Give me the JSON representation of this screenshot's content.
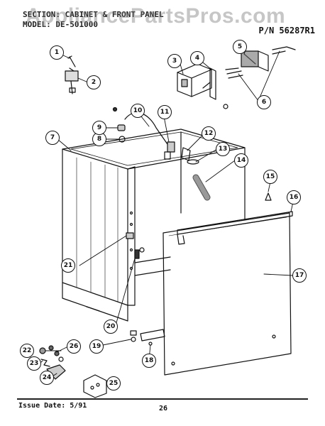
{
  "header": {
    "section_line": "SECTION: CABINET & FRONT PANEL",
    "model_line": "MODEL: DE-501000",
    "watermark": "AppliancePartsPros.com",
    "part_number": "P/N 56287R1"
  },
  "callouts": [
    "1",
    "2",
    "3",
    "4",
    "5",
    "6",
    "7",
    "8",
    "9",
    "10",
    "11",
    "12",
    "13",
    "14",
    "15",
    "16",
    "17",
    "18",
    "19",
    "20",
    "21",
    "22",
    "23",
    "24",
    "25",
    "26"
  ],
  "footer": {
    "issue_date": "Issue Date: 5/91",
    "page_number": "26"
  }
}
